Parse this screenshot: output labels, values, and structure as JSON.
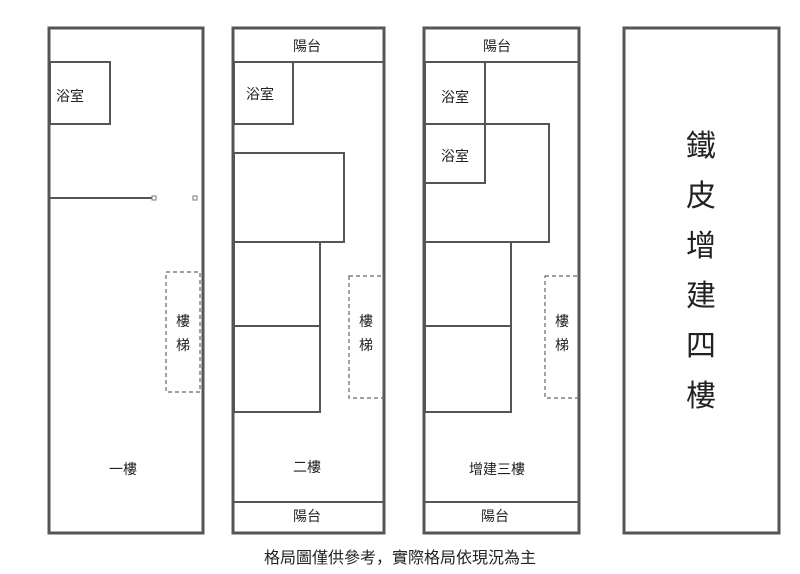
{
  "floor1": {
    "bathroom": "浴室",
    "stairs": [
      "樓",
      "梯"
    ],
    "name": "一樓"
  },
  "floor2": {
    "balcony_top": "陽台",
    "bathroom": "浴室",
    "stairs": [
      "樓",
      "梯"
    ],
    "name": "二樓",
    "balcony_bottom": "陽台"
  },
  "floor3": {
    "balcony_top": "陽台",
    "bathroom_1": "浴室",
    "bathroom_2": "浴室",
    "stairs": [
      "樓",
      "梯"
    ],
    "name": "增建三樓",
    "balcony_bottom": "陽台"
  },
  "floor4": {
    "label": [
      "鐵",
      "皮",
      "增",
      "建",
      "四",
      "樓"
    ]
  },
  "caption": "格局圖僅供參考，實際格局依現況為主"
}
